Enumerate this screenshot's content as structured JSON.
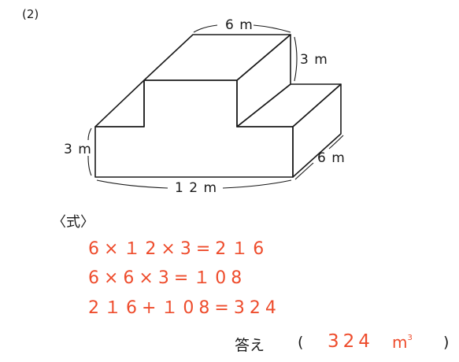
{
  "problem": {
    "number": "(2)"
  },
  "figure": {
    "labels": {
      "top_width": "6 m",
      "upper_height": "3 m",
      "lower_height": "3 m",
      "depth": "6 m",
      "length": "1 2 m"
    },
    "line_color": "#1a1a1a"
  },
  "solution": {
    "label": "〈式〉",
    "equations": [
      "6×１2×3=2１6",
      "6×6×3=１08",
      "2１6+１08=324"
    ],
    "color": "#ee4c2c"
  },
  "answer": {
    "label": "答え",
    "open_paren": "(",
    "value": "324",
    "unit": "m",
    "unit_exponent": "3",
    "close_paren": ")"
  }
}
